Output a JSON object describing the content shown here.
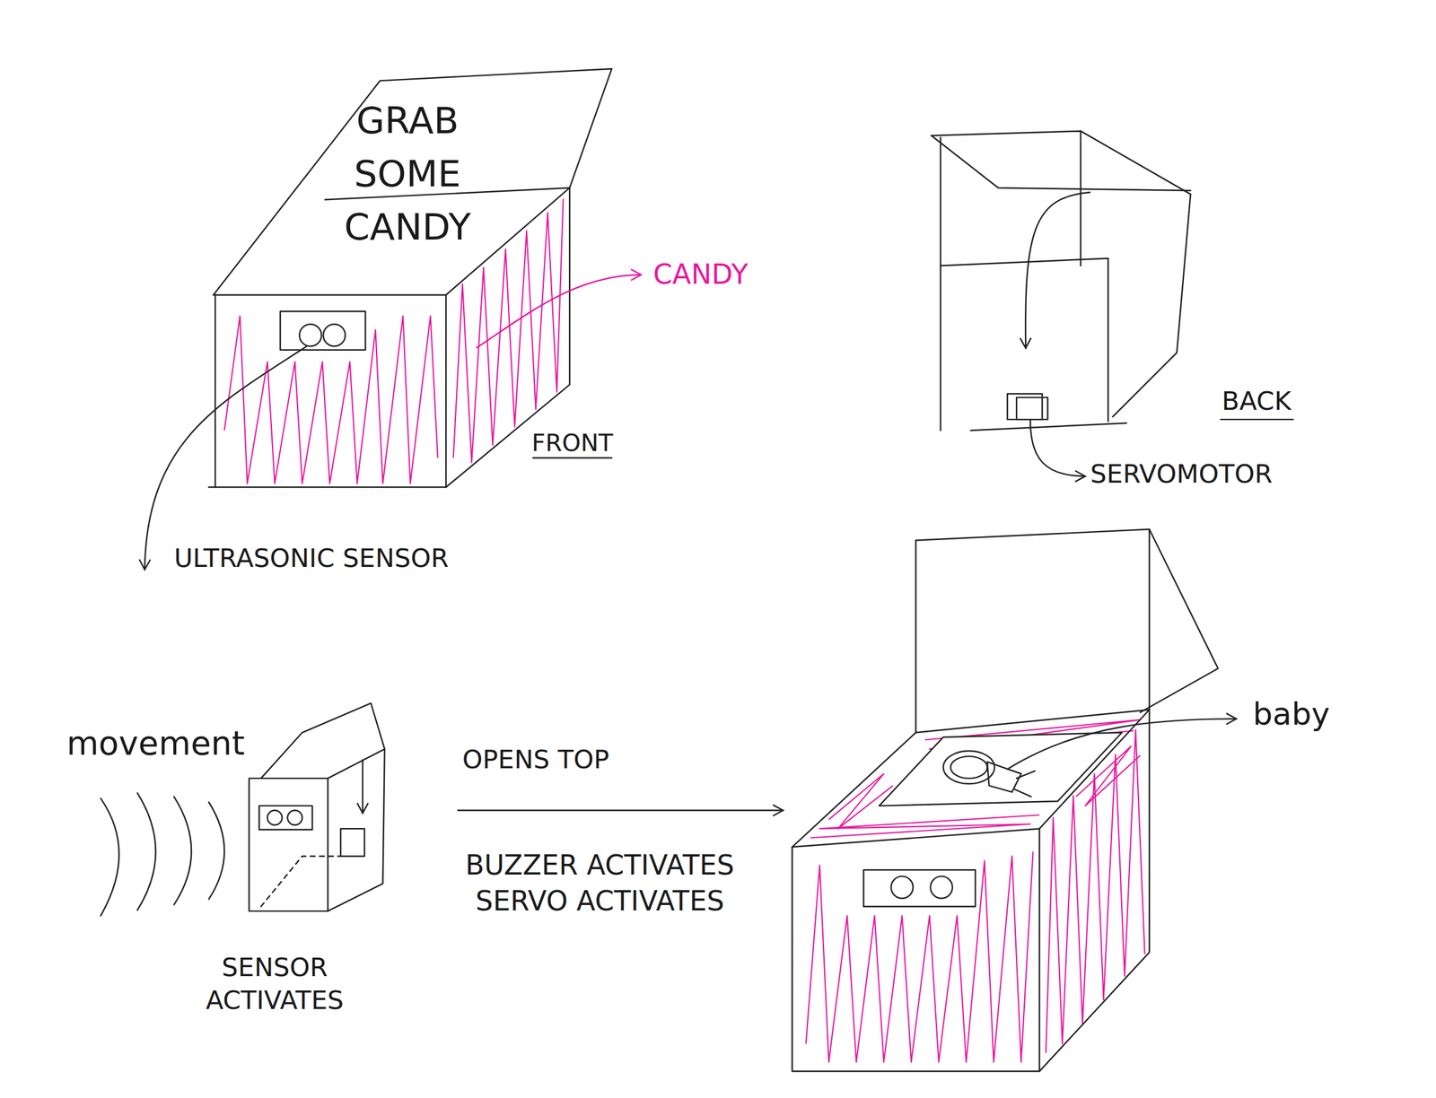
{
  "diagram": {
    "labels": [
      "GRAB SOME CANDY",
      "CANDY",
      "FRONT",
      "ULTRASONIC SENSOR",
      "BACK",
      "SERVOMOTOR",
      "movement",
      "OPENS TOP",
      "BUZZER ACTIVATES SERVO ACTIVATES",
      "baby",
      "SENSOR ACTIVATES"
    ]
  }
}
